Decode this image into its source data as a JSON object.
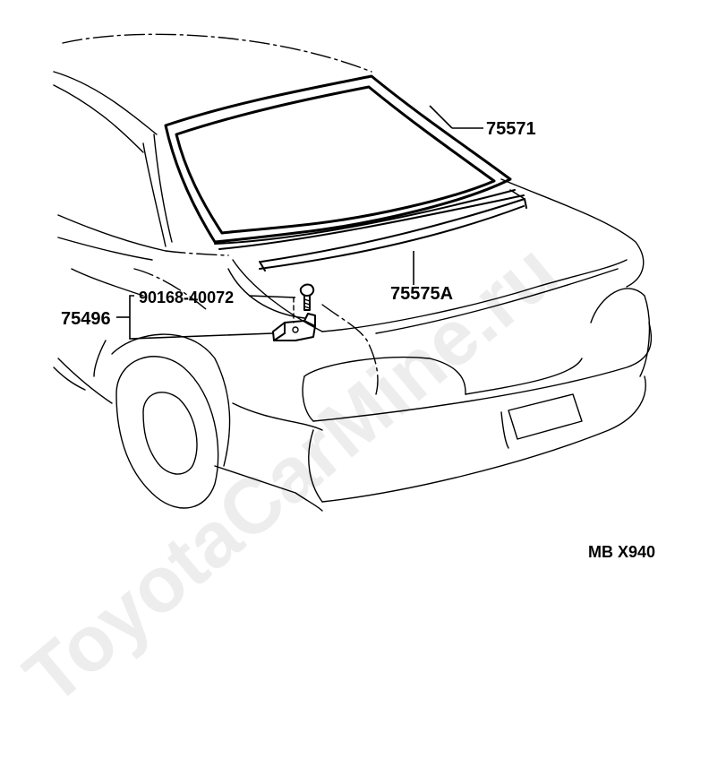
{
  "diagram": {
    "parts": {
      "windshield_glass": "75571",
      "molding": "75575A",
      "clip": "75496",
      "bolt": "90168-40072"
    },
    "code": "MB X940",
    "watermark": "ToyotaCarMine.ru"
  }
}
